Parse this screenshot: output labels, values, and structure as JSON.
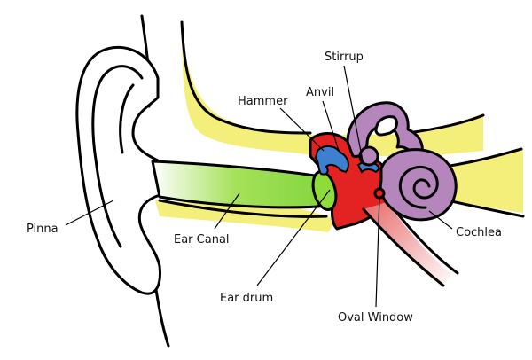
{
  "colors": {
    "outline": "#000000",
    "canal": "#8fdb3a",
    "bone": "#f4ef7a",
    "middle_ear": "#e32222",
    "ossicles": "#3f7fd0",
    "cochlea": "#b486bb",
    "nerve": "#f0a6a6"
  },
  "labels": {
    "pinna": "Pinna",
    "ear_canal": "Ear Canal",
    "ear_drum": "Ear drum",
    "hammer": "Hammer",
    "anvil": "Anvil",
    "stirrup": "Stirrup",
    "cochlea": "Cochlea",
    "oval_window": "Oval Window"
  }
}
